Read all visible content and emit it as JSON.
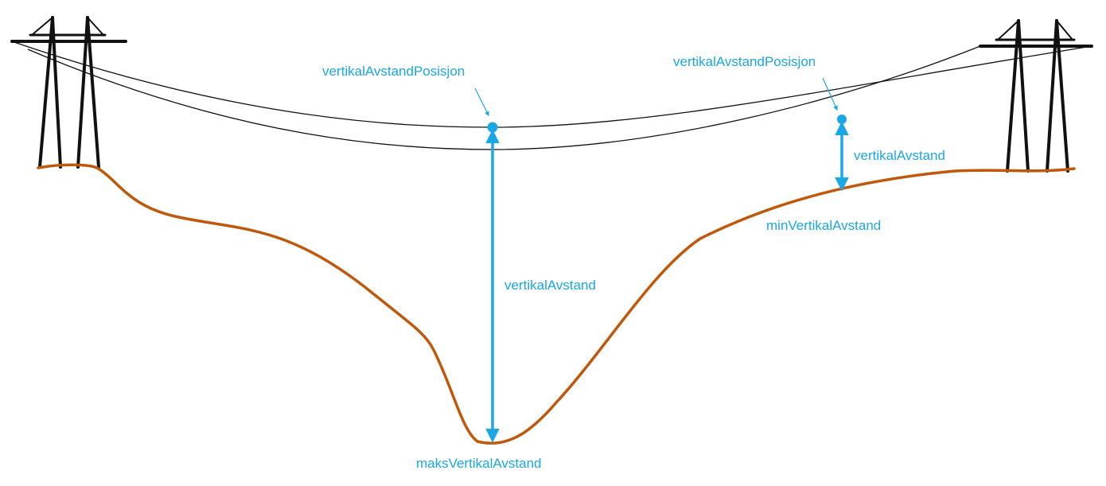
{
  "labels": {
    "position_left": "vertikalAvstandPosisjon",
    "position_right": "vertikalAvstandPosisjon",
    "distance_left": "vertikalAvstand",
    "distance_right": "vertikalAvstand",
    "max_distance": "maksVertikalAvstand",
    "min_distance": "minVertikalAvstand"
  },
  "colors": {
    "annotation": "#1aa7e6",
    "terrain": "#c0580b",
    "structure": "#111111",
    "background": "#ffffff"
  }
}
